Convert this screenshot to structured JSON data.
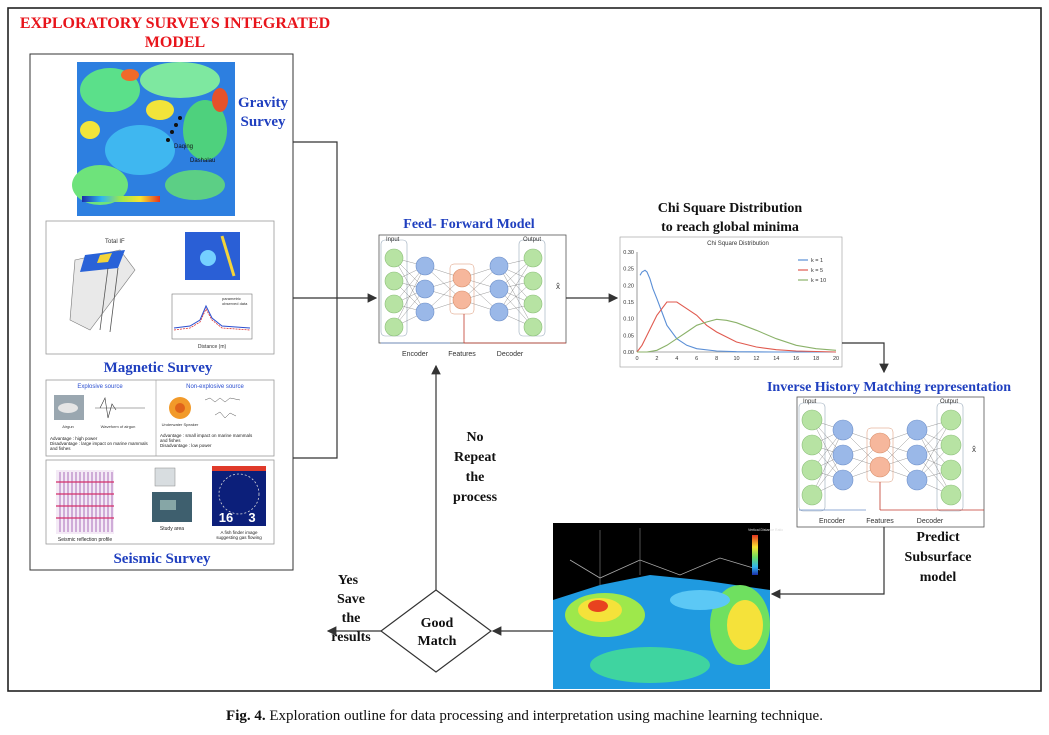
{
  "frame": {
    "title": "EXPLORATORY SURVEYS INTEGRATED MODEL",
    "title_lines": [
      "EXPLORATORY SURVEYS INTEGRATED",
      "MODEL"
    ]
  },
  "surveys": {
    "gravity": {
      "label_lines": [
        "Gravity",
        "Survey"
      ],
      "map_labels": [
        "Daqing",
        "Dashalau"
      ]
    },
    "magnetic": {
      "label": "Magnetic  Survey",
      "panel_title": "Total IF",
      "profile_legend": [
        "parametric",
        "observed data"
      ],
      "axis_label": "Distance (m)"
    },
    "seismic": {
      "label": "Seismic  Survey",
      "explosive_title": "Explosive source",
      "nonexplosive_title": "Non-explosive source",
      "explosive_items": [
        "Airgun",
        "Waveform of airgun"
      ],
      "explosive_notes": [
        "Advantage : high power",
        "Disadvantage : large impact on marine mammals",
        "and fishes"
      ],
      "nonexplosive_items": [
        "Underwater Speaker"
      ],
      "nonexplosive_notes": [
        "Advantage : small impact on marine mammals",
        "and fishes",
        "Disadvantage : low power"
      ],
      "profile_caption": "Seismic reflection profile",
      "study_area": "Study area",
      "fish_finder_caption": [
        "A fish finder image",
        "suggesting gas flowing"
      ],
      "fish_numbers": [
        "16",
        "3"
      ]
    }
  },
  "feed_forward": {
    "title": "Feed- Forward Model",
    "input_label": "Input",
    "output_label": "Output",
    "encoder": "Encoder",
    "features": "Features",
    "decoder": "Decoder",
    "output_symbol": "x̂"
  },
  "chi_square": {
    "title_lines": [
      "Chi Square Distribution",
      "to reach global minima"
    ]
  },
  "inverse": {
    "title": "Inverse History Matching  representation",
    "input_label": "Input",
    "output_label": "Output",
    "encoder": "Encoder",
    "features": "Features",
    "decoder": "Decoder",
    "output_symbol": "x̂"
  },
  "predict": {
    "label_lines": [
      "Predict",
      "Subsurface",
      "model"
    ],
    "legend_title": "Vertical Distance Ratio"
  },
  "decision": {
    "label_lines": [
      "Good",
      "Match"
    ]
  },
  "yes_branch": {
    "label_lines": [
      "Yes",
      "Save",
      "the",
      "results"
    ]
  },
  "no_branch": {
    "label_lines": [
      "No",
      "Repeat",
      "the",
      "process"
    ]
  },
  "caption": {
    "label": "Fig. 4.",
    "text": " Exploration outline for data processing and interpretation using machine learning technique."
  },
  "colors": {
    "title_red": "#e8141b",
    "survey_blue": "#1f3fbf",
    "input_green": "#b7e3a3",
    "hidden_blue": "#9ab8e8",
    "feature_orange": "#f6b79c"
  },
  "chart_data": {
    "type": "line",
    "title": "Chi Square Distribution",
    "xlim": [
      0,
      20
    ],
    "ylim": [
      0,
      0.3
    ],
    "x_ticks": [
      0,
      2,
      4,
      6,
      8,
      10,
      12,
      14,
      16,
      18,
      20
    ],
    "y_ticks": [
      "0.00",
      "0.05",
      "0.10",
      "0.15",
      "0.20",
      "0.25",
      "0.30"
    ],
    "legend_placement": "top-right",
    "series": [
      {
        "name": "k = 1",
        "color": "#5b8fd6",
        "x": [
          0.3,
          0.5,
          0.8,
          1,
          1.3,
          1.6,
          2,
          2.5,
          3,
          4,
          5,
          6,
          8,
          10,
          14,
          20
        ],
        "y": [
          0.23,
          0.24,
          0.245,
          0.24,
          0.22,
          0.19,
          0.16,
          0.12,
          0.08,
          0.04,
          0.02,
          0.01,
          0.003,
          0.001,
          0.0,
          0.0
        ]
      },
      {
        "name": "k = 5",
        "color": "#e05a4f",
        "x": [
          0,
          0.5,
          1,
          2,
          3,
          4,
          5,
          6,
          7,
          8,
          10,
          12,
          14,
          16,
          20
        ],
        "y": [
          0.0,
          0.02,
          0.05,
          0.11,
          0.15,
          0.15,
          0.13,
          0.11,
          0.08,
          0.06,
          0.03,
          0.015,
          0.007,
          0.003,
          0.0
        ]
      },
      {
        "name": "k = 10",
        "color": "#8bb26a",
        "x": [
          0,
          1,
          2,
          3,
          4,
          5,
          6,
          7,
          8,
          9,
          10,
          12,
          14,
          16,
          18,
          20
        ],
        "y": [
          0.0,
          0.0,
          0.005,
          0.02,
          0.04,
          0.06,
          0.08,
          0.09,
          0.098,
          0.095,
          0.088,
          0.065,
          0.04,
          0.02,
          0.01,
          0.005
        ]
      }
    ]
  }
}
